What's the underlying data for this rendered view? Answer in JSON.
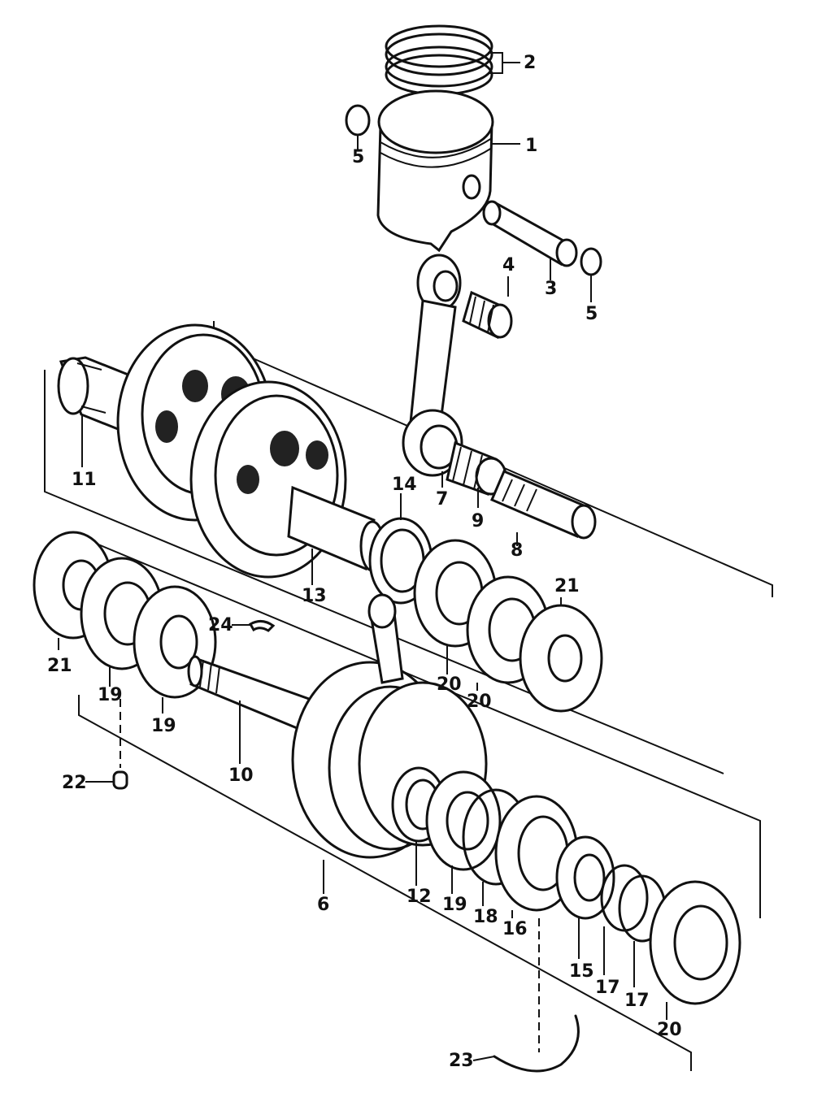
{
  "callouts": {
    "c1": "1",
    "c2": "2",
    "c3": "3",
    "c4": "4",
    "c5a": "5",
    "c5b": "5",
    "c6": "6",
    "c7": "7",
    "c8": "8",
    "c9": "9",
    "c10": "10",
    "c11": "11",
    "c12": "12",
    "c13": "13",
    "c14": "14",
    "c15": "15",
    "c16": "16",
    "c17a": "17",
    "c17b": "17",
    "c18": "18",
    "c19a": "19",
    "c19b": "19",
    "c19c": "19",
    "c20a": "20",
    "c20b": "20",
    "c20c": "20",
    "c21a": "21",
    "c21b": "21",
    "c22": "22",
    "c23": "23",
    "c24": "24"
  }
}
